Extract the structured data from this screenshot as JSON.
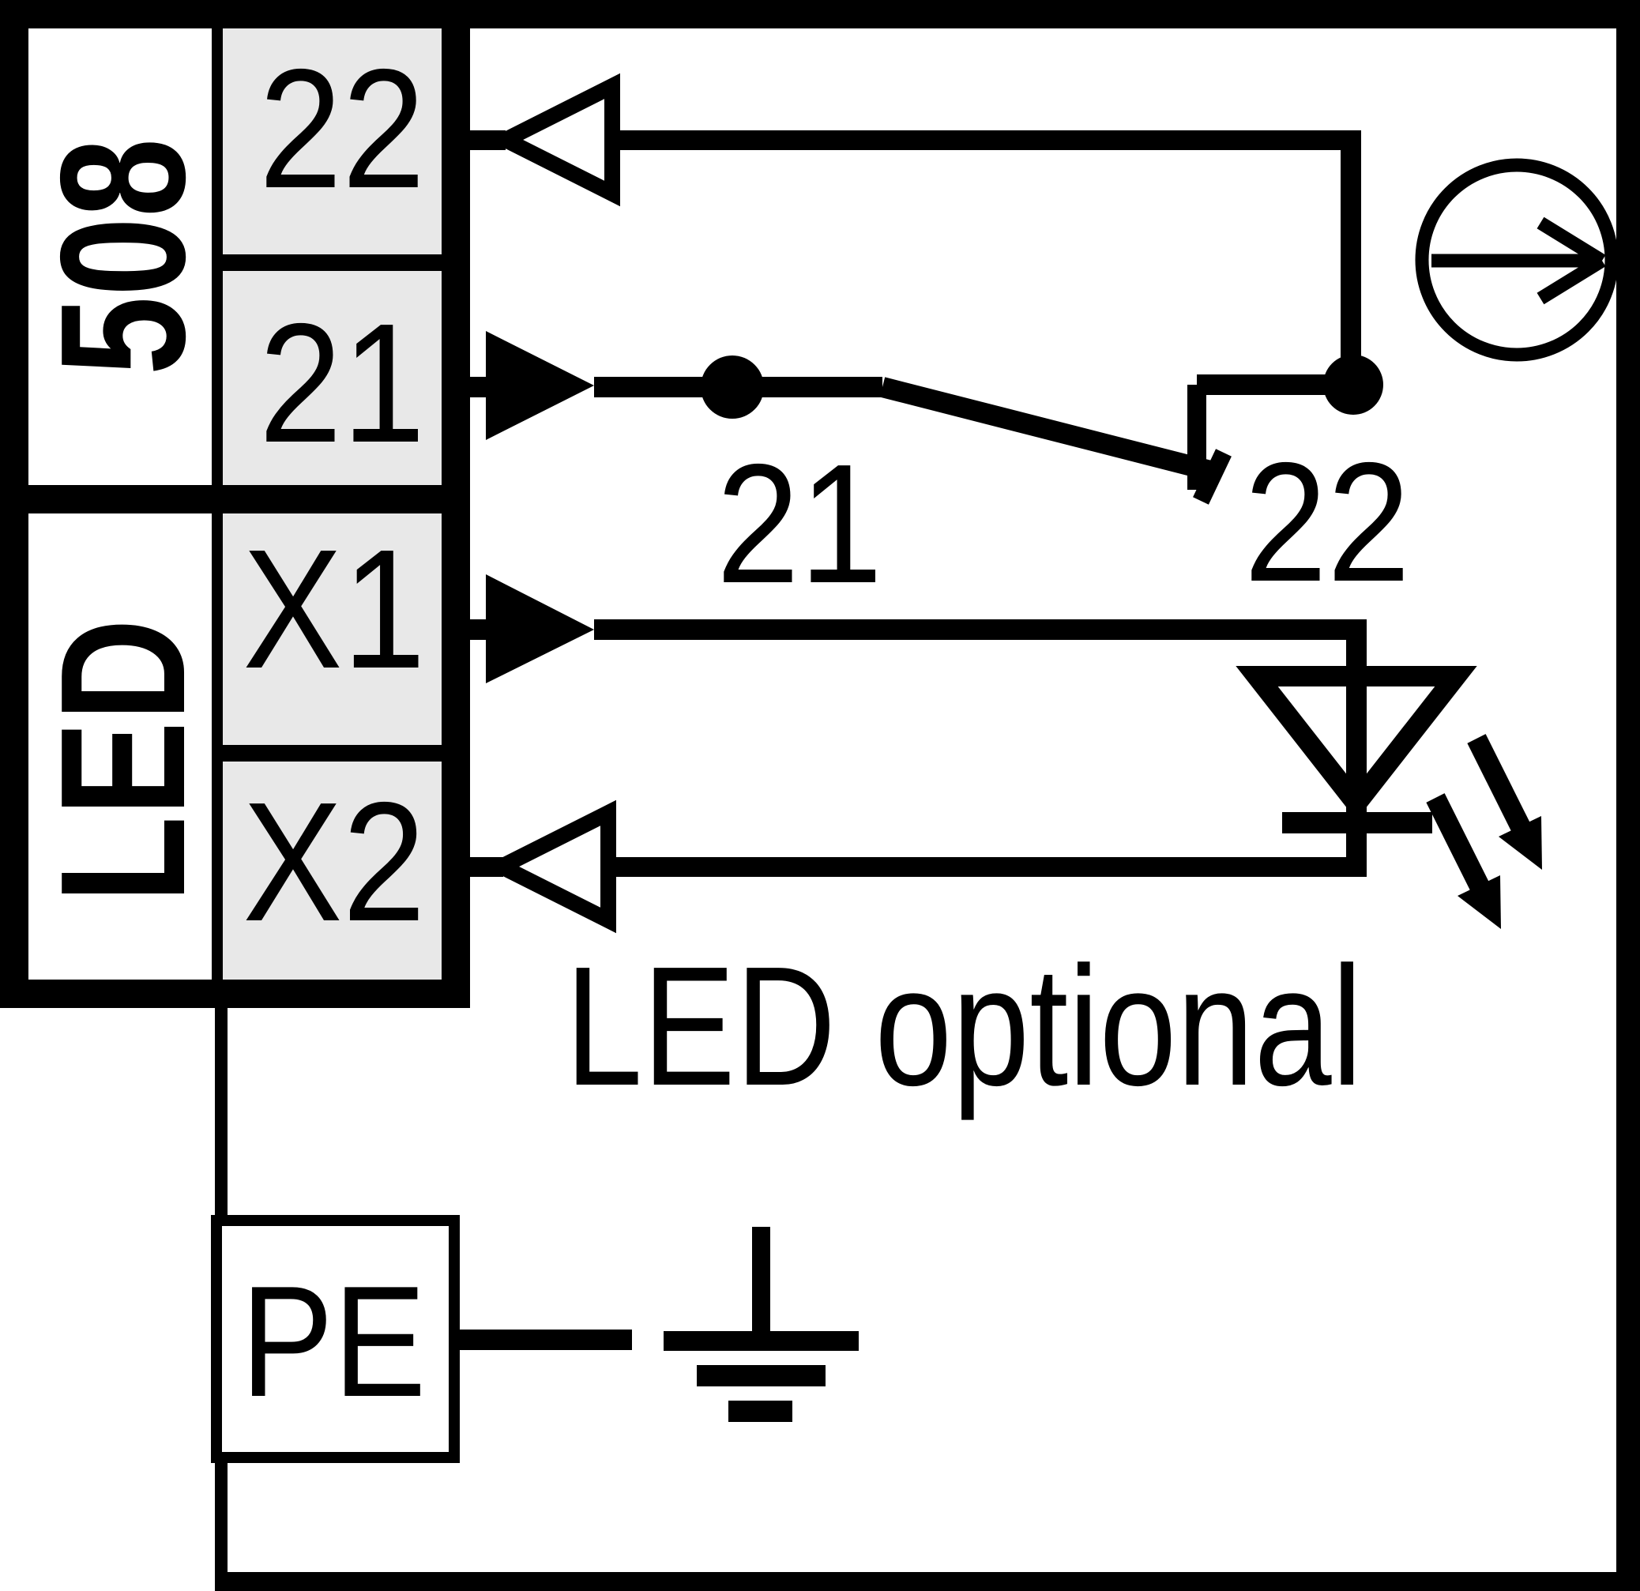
{
  "colors": {
    "line": "#000000",
    "terminal_cell_bg": "#e8e8e8",
    "background": "#ffffff"
  },
  "blocks": {
    "switch_block": {
      "label": "508",
      "terminals": [
        {
          "id": "22",
          "label": "22"
        },
        {
          "id": "21",
          "label": "21"
        }
      ]
    },
    "led_block": {
      "label": "LED",
      "terminals": [
        {
          "id": "X1",
          "label": "X1"
        },
        {
          "id": "X2",
          "label": "X2"
        }
      ]
    },
    "pe_terminal": {
      "label": "PE"
    }
  },
  "contact": {
    "label_21": "21",
    "label_22": "22",
    "type": "NC break contact between terminals 21 and 22"
  },
  "annotations": {
    "led_optional": "LED optional"
  },
  "icons": {
    "actuation_direction": "circle-right-arrow-icon",
    "earth_ground": "earth-ground-icon",
    "led": "led-diode-down-icon",
    "signal_in_filled": "filled-right-arrow-icon",
    "signal_out_open": "open-left-arrow-icon",
    "junction": "junction-dot-icon"
  }
}
